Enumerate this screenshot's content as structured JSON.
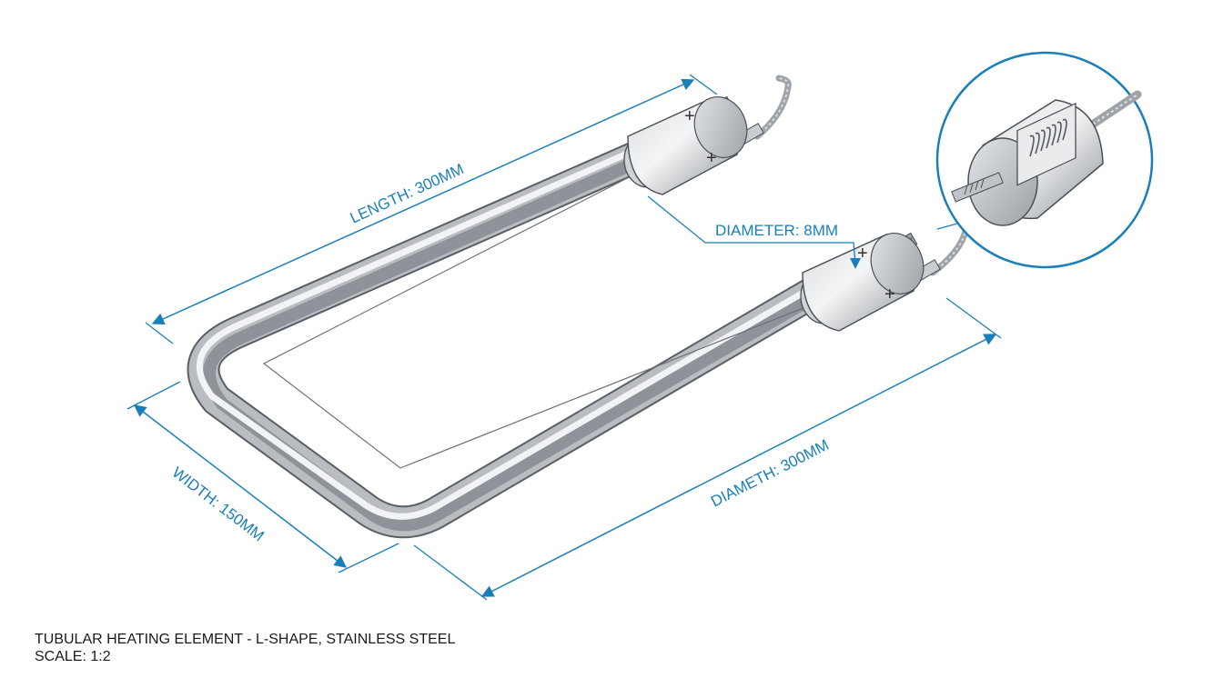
{
  "annotations": {
    "length_label": "LENGTH: 300MM",
    "diameter_label": "DIAMETER: 8MM",
    "width_label": "WIDTH: 150MM",
    "diameth_label": "DIAMETH: 300MM",
    "terminal_sign_1": "+",
    "terminal_sign_2": "+",
    "terminal_sign_3": "+",
    "terminal_sign_4": "+"
  },
  "caption": {
    "title": "TUBULAR HEATING ELEMENT - L-SHAPE, STAINLESS STEEL",
    "scale": "SCALE: 1:2"
  },
  "colors": {
    "dimension": "#1a7fb8",
    "steel_dark": "#8e9399",
    "steel_light": "#eef0f2",
    "outline": "#4a4f55"
  }
}
